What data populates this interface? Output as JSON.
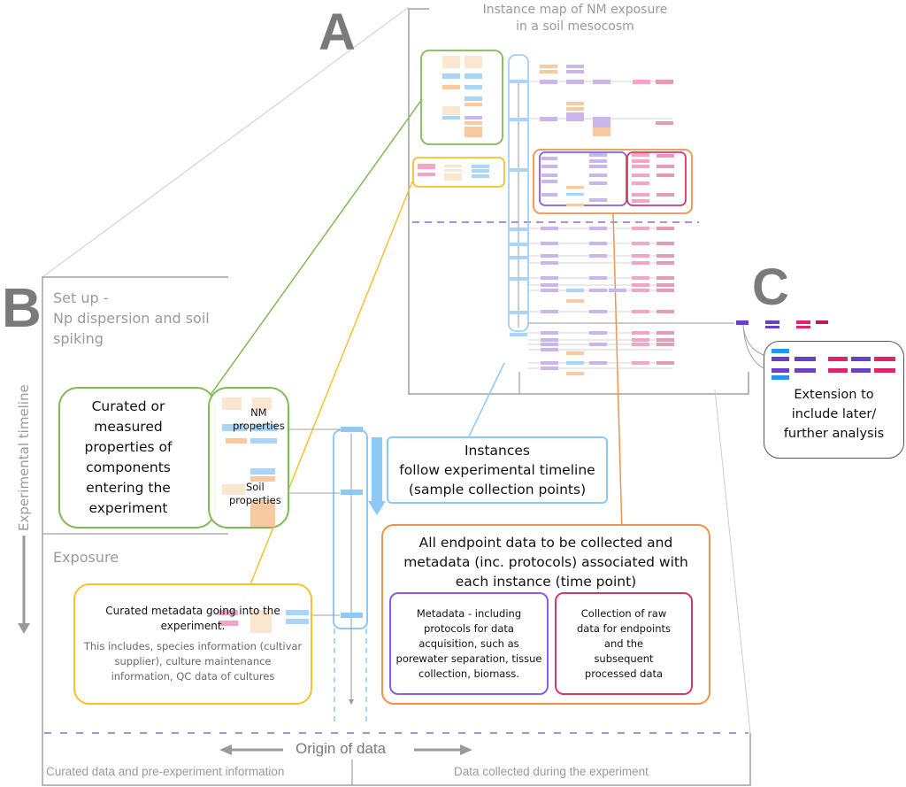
{
  "panels": {
    "a_letter": "A",
    "b_letter": "B",
    "c_letter": "C"
  },
  "panel_a": {
    "title_line1": "Instance map of NM exposure",
    "title_line2": "in a soil mesocosm"
  },
  "panel_b": {
    "setup_label_line1": "Set up -",
    "setup_label_line2": "Np dispersion and soil",
    "setup_label_line3": "spiking",
    "exposure_label": "Exposure",
    "timeline_label": "Experimental timeline",
    "curated_box": [
      "Curated or",
      "measured",
      "properties of",
      "components",
      "entering the",
      "experiment"
    ],
    "nm_properties": [
      "NM",
      "properties"
    ],
    "soil_properties": [
      "Soil",
      "properties"
    ],
    "instances_box": [
      "Instances",
      "follow experimental timeline",
      "(sample collection points)"
    ],
    "metadata_going_in": {
      "title": [
        "Curated metadata going into the",
        "experiment."
      ],
      "body": [
        "This includes, species information (cultivar",
        "supplier), culture maintenance",
        "information,  QC data of cultures"
      ]
    },
    "endpoint_box": [
      "All endpoint data to be collected and",
      "metadata (inc. protocols) associated with",
      "each instance (time point)"
    ],
    "metadata_protocols": [
      "Metadata - including",
      "protocols for data",
      "acquisition, such as",
      "porewater separation, tissue",
      "collection, biomass."
    ],
    "raw_data": [
      "Collection of raw",
      "data for endpoints",
      "and the",
      "subsequent",
      "processed data"
    ]
  },
  "panel_c": {
    "extension_box": [
      "Extension to",
      "include later/",
      "further analysis"
    ]
  },
  "footer": {
    "origin_label": "Origin of data",
    "left_label": "Curated data and pre-experiment information",
    "right_label": "Data collected during the experiment"
  },
  "colors": {
    "green": "#7dbb53",
    "yellow": "#f6c12b",
    "blue": "#8ec9f5",
    "orange": "#f0924b",
    "purple": "#8a5cf0",
    "magenta": "#cf3a6c",
    "gray": "#9a9a9a",
    "node_blue": "#a9d6f8",
    "node_purple": "#c9b6ea",
    "node_pink": "#f3a6c4",
    "node_rose": "#e59ab7",
    "node_peach": "#f9c9a2",
    "node_cream": "#fbe6cf"
  }
}
